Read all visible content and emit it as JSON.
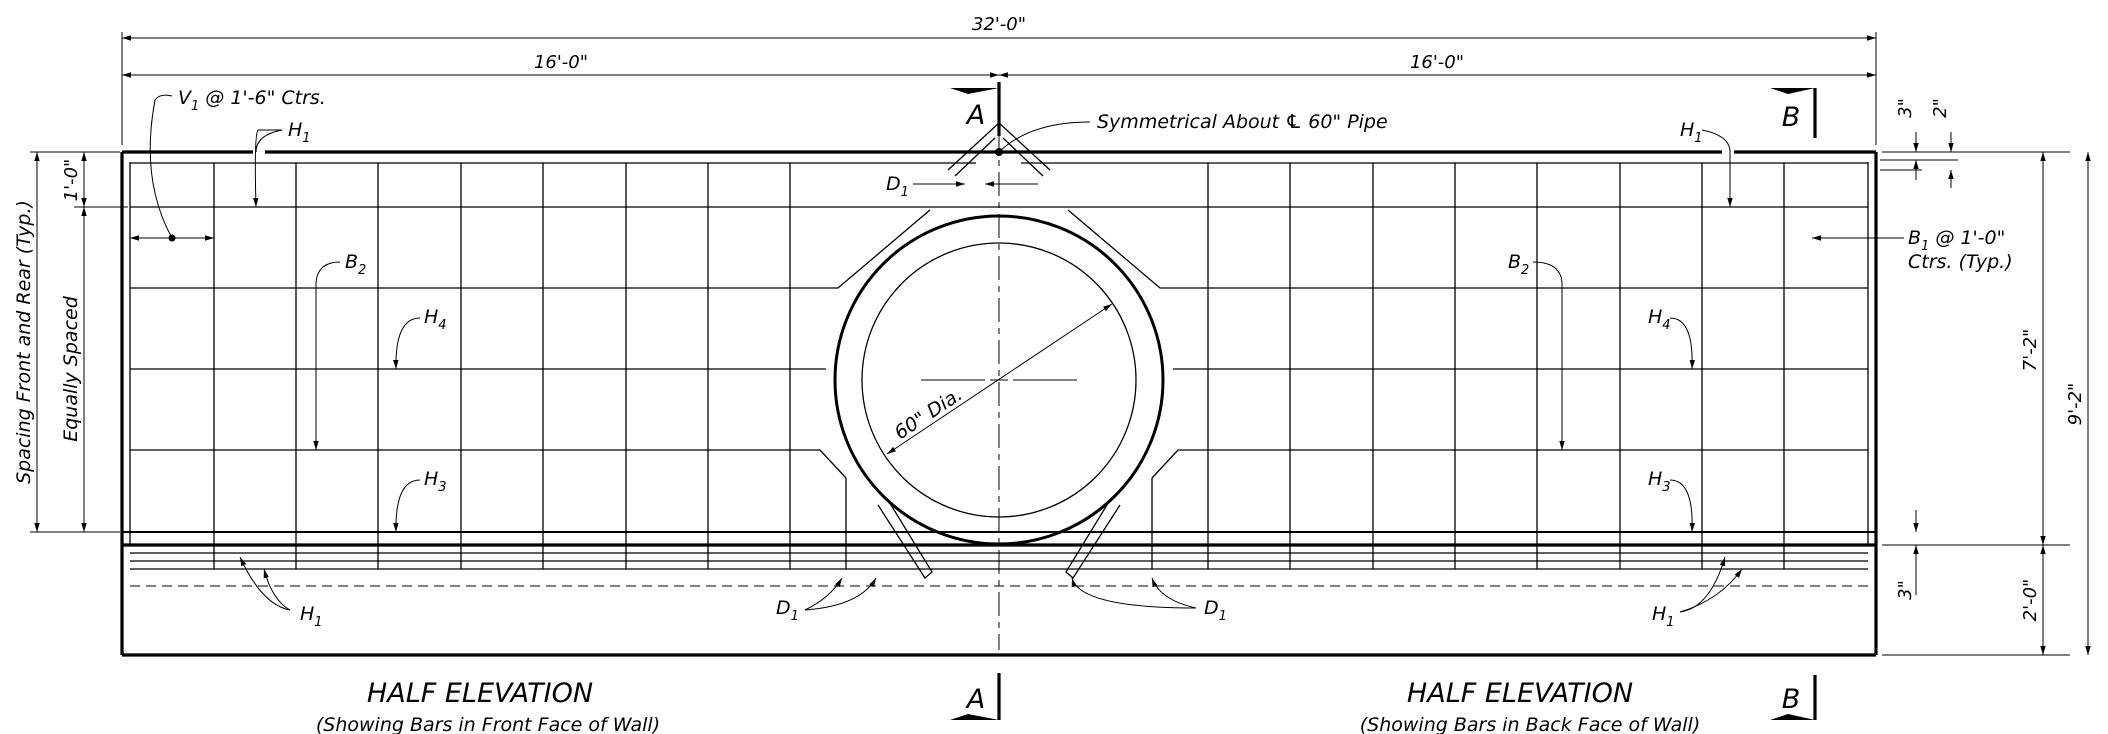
{
  "dimensions": {
    "overall_width": "32'-0\"",
    "half_left": "16'-0\"",
    "half_right": "16'-0\"",
    "wall_height": "7'-2\"",
    "total_height": "9'-2\"",
    "footing_height": "2'-0\"",
    "top_cover_3": "3\"",
    "top_cover_2": "2\"",
    "bottom_cover_3": "3\"",
    "first_bar_spacing": "1'-0\"",
    "pipe_dia": "60\" Dia."
  },
  "notes": {
    "symmetry": "Symmetrical About ℄ 60\" Pipe",
    "v1_main": "V",
    "v1_sub": "1",
    "v1_rest": "@ 1'-6\" Ctrs.",
    "b1_main": "B",
    "b1_sub": "1",
    "b1_rest": "@ 1'-0\"",
    "b1_line2": "Ctrs. (Typ.)",
    "spacing_line1": "Spacing Front and Rear (Typ.)",
    "spacing_line2": "Equally Spaced"
  },
  "bar_marks": {
    "H": "H",
    "B": "B",
    "D": "D",
    "s1": "1",
    "s2": "2",
    "s3": "3",
    "s4": "4"
  },
  "sections": {
    "a": "A",
    "b": "B"
  },
  "titles": {
    "left_title": "HALF ELEVATION",
    "left_subtitle": "(Showing Bars in Front Face of Wall)",
    "right_title": "HALF ELEVATION",
    "right_subtitle": "(Showing Bars in Back Face of Wall)"
  }
}
